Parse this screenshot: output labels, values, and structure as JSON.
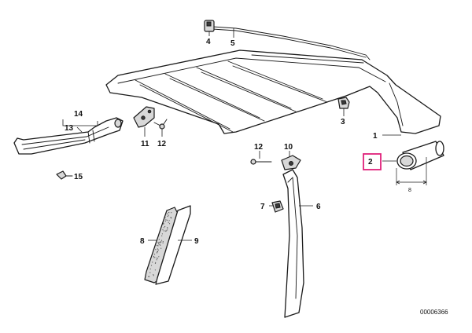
{
  "diagram": {
    "callouts": {
      "p1": "1",
      "p2": "2",
      "p3": "3",
      "p4": "4",
      "p5": "5",
      "p6": "6",
      "p7": "7",
      "p8": "8",
      "p9": "9",
      "p10": "10",
      "p11": "11",
      "p12a": "12",
      "p12b": "12",
      "p13": "13",
      "p14": "14",
      "p15": "15"
    },
    "dimension_label": "8",
    "reference_number": "00006366",
    "highlighted_callout": "2",
    "highlight_color": "#e0207a"
  }
}
